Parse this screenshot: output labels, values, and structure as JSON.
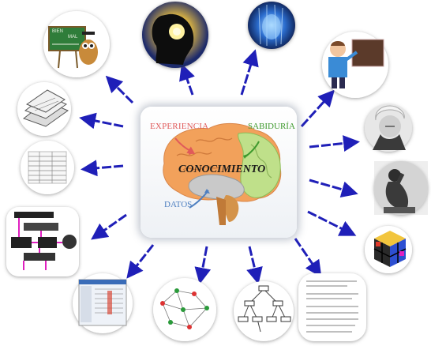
{
  "center": {
    "labels": {
      "conocimiento": "CONOCIMIENTO",
      "experiencia": "EXPERIENCIA",
      "sabiduria": "SABIDURÍA",
      "datos": "DATOS"
    }
  },
  "blackboard_text": {
    "line1": "BIEN",
    "line2": "MAL"
  },
  "colors": {
    "arrow": "#1f1fb8",
    "experiencia": "#e05a5a",
    "sabiduria": "#3f9a2e",
    "datos": "#4e7fc0",
    "brain_orange": "#f2a15b",
    "brain_green": "#bfe08a",
    "brain_gray": "#c9c9c9"
  },
  "nodes": [
    {
      "id": "owl-teacher",
      "icon": "owl-teacher-icon"
    },
    {
      "id": "lightbulb-head",
      "icon": "lightbulb-head-icon"
    },
    {
      "id": "digital-mind",
      "icon": "digital-mind-icon"
    },
    {
      "id": "teacher",
      "icon": "teacher-icon"
    },
    {
      "id": "books",
      "icon": "books-icon"
    },
    {
      "id": "einstein",
      "icon": "einstein-portrait-icon"
    },
    {
      "id": "data-table",
      "icon": "data-table-icon"
    },
    {
      "id": "thinker",
      "icon": "thinker-statue-icon"
    },
    {
      "id": "flowchart",
      "icon": "flowchart-icon"
    },
    {
      "id": "cube",
      "icon": "cube-icon"
    },
    {
      "id": "software-screen",
      "icon": "software-screenshot-icon"
    },
    {
      "id": "network-graph",
      "icon": "network-graph-icon"
    },
    {
      "id": "tree-diagram",
      "icon": "tree-diagram-icon"
    },
    {
      "id": "equations",
      "icon": "equations-document-icon"
    }
  ]
}
